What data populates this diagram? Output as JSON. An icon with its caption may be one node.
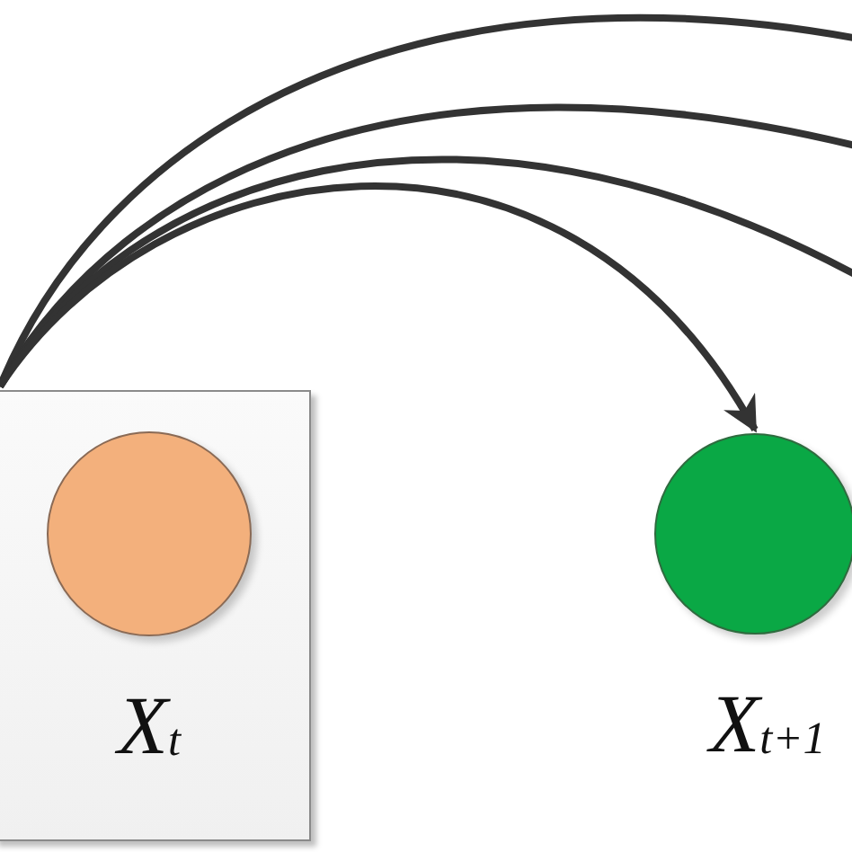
{
  "diagram": {
    "nodes": [
      {
        "text": [
          "X$_{t}$"
        ]
      },
      {
        "text": [],
        "shape": "circle",
        "in": 0
      },
      {
        "text": [],
        "shape": "circle",
        "beside": [
          "X$_{t+1}$"
        ]
      }
    ],
    "edges": [
      {
        "from": 0,
        "to": null,
        "arrow": "none"
      },
      {
        "from": 0,
        "to": null,
        "arrow": "none"
      },
      {
        "from": 0,
        "to": null,
        "arrow": "none"
      },
      {
        "from": 0,
        "to": 2,
        "arrow": "to"
      }
    ]
  }
}
